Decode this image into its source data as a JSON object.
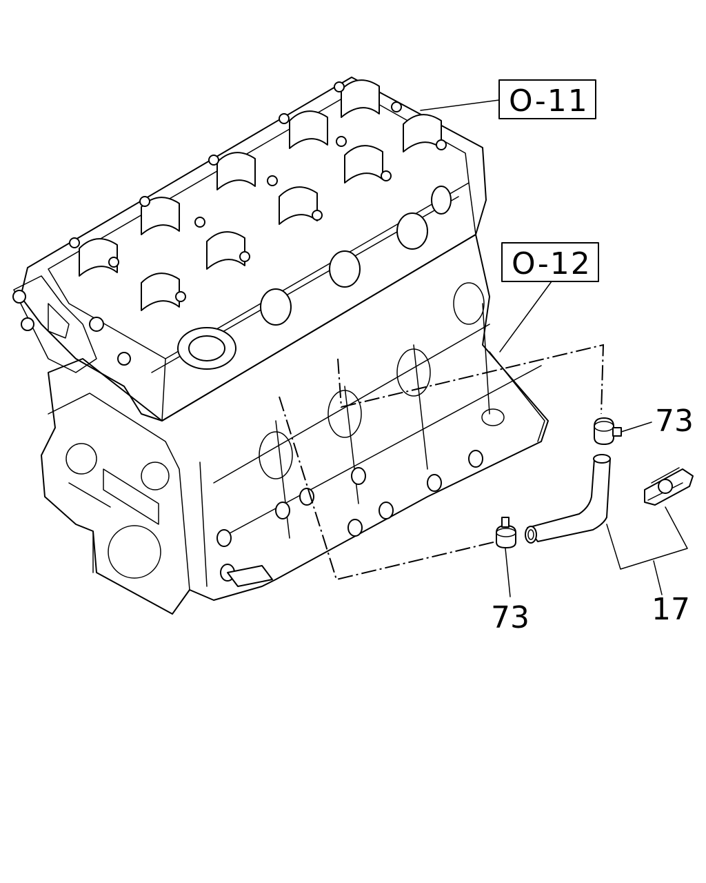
{
  "references": {
    "cylinder_head": "O-11",
    "cylinder_block": "O-12"
  },
  "callouts": {
    "plug_upper": "73",
    "plug_lower": "73",
    "hose_assembly": "17"
  }
}
